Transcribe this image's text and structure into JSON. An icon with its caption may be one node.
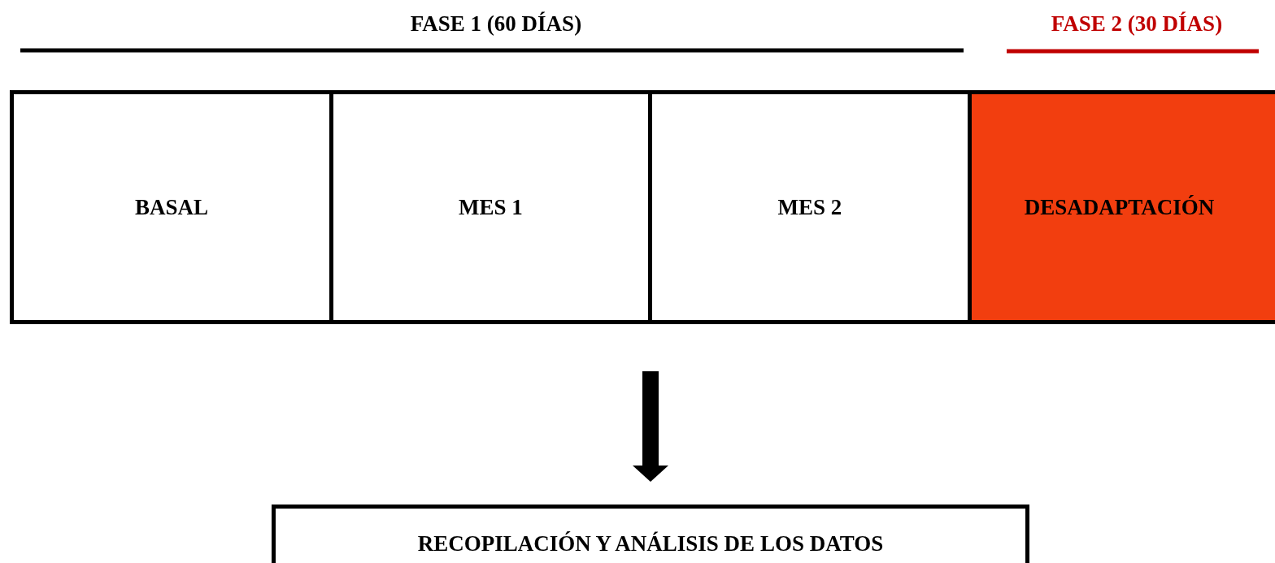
{
  "diagram": {
    "nodes": [
      {
        "text": [
          "BASAL"
        ]
      },
      {
        "text": [
          "MES 1"
        ]
      },
      {
        "text": [
          "MES 2"
        ]
      },
      {
        "text": [
          "DESADAPTACIÓN"
        ]
      },
      {
        "text": [
          "RECOPILACIÓN Y ANÁLISIS DE LOS DATOS"
        ]
      }
    ],
    "edges": [
      {
        "from": null,
        "to": 4,
        "arrow": "to"
      }
    ],
    "labels": [
      "FASE 1 (60 DÍAS)",
      "FASE 2 (30 DÍAS)"
    ]
  }
}
